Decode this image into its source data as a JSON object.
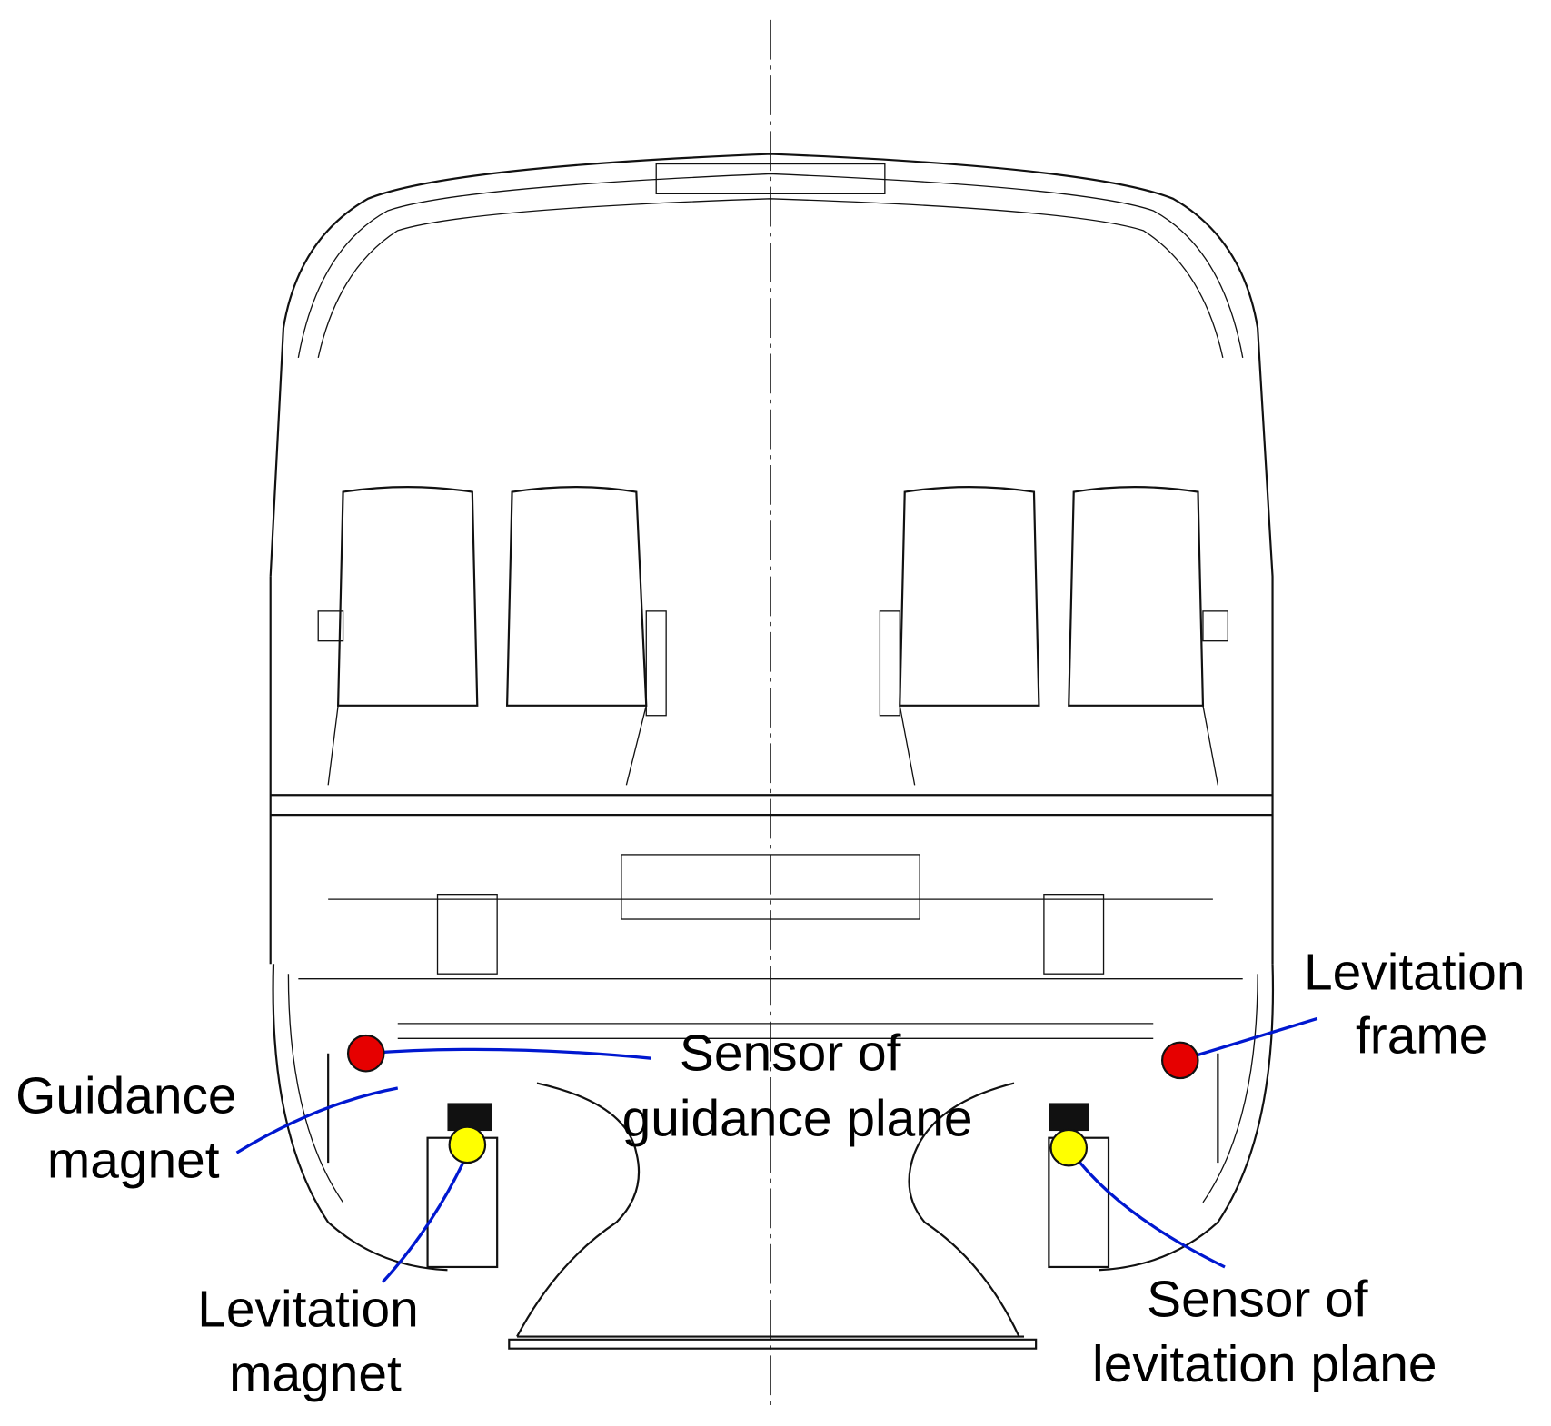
{
  "labels": {
    "levitation_frame": [
      "Levitation",
      "frame"
    ],
    "sensor_guidance": [
      "Sensor of",
      "guidance plane"
    ],
    "guidance_magnet": [
      "Guidance",
      "magnet"
    ],
    "levitation_magnet": [
      "Levitation",
      "magnet"
    ],
    "sensor_levitation": [
      "Sensor of",
      "levitation plane"
    ]
  },
  "colors": {
    "guidance_sensor": "#e60000",
    "levitation_sensor": "#ffff00",
    "leader": "#0018d0"
  }
}
